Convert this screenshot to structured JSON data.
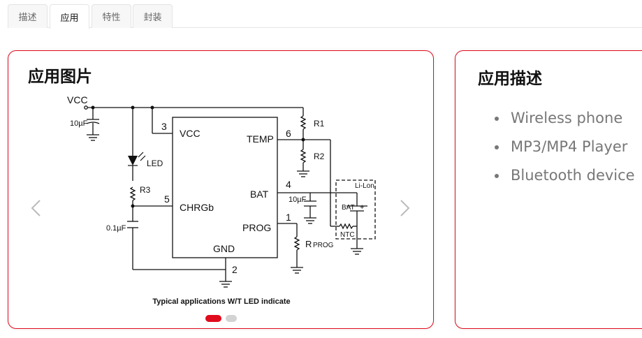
{
  "tabs": [
    {
      "label": "描述",
      "active": false
    },
    {
      "label": "应用",
      "active": true
    },
    {
      "label": "特性",
      "active": false
    },
    {
      "label": "封装",
      "active": false
    }
  ],
  "left_card": {
    "title": "应用图片",
    "caption": "Typical applications W/T LED indicate",
    "prev_icon": "chevron-left-icon",
    "next_icon": "chevron-right-icon",
    "carousel": {
      "total_slides": 2,
      "active_index": 0
    },
    "schematic": {
      "vcc_label": "VCC",
      "cap_vcc": "10µF",
      "led_label": "LED",
      "r3_label": "R3",
      "cap_chrg": "0.1µF",
      "r1_label": "R1",
      "r2_label": "R2",
      "cap_bat": "10µF",
      "rprog_label": "R",
      "rprog_sub": "PROG",
      "battery_pack": "Li-Lon",
      "battery_label": "BAT",
      "battery_plus": "+",
      "ntc_label": "NTC",
      "ic_pins": {
        "vcc": {
          "num": "3",
          "name": "VCC"
        },
        "chrgb": {
          "num": "5",
          "name": "CHRGb"
        },
        "gnd": {
          "num": "2",
          "name": "GND"
        },
        "temp": {
          "num": "6",
          "name": "TEMP"
        },
        "bat": {
          "num": "4",
          "name": "BAT"
        },
        "prog": {
          "num": "1",
          "name": "PROG"
        }
      }
    }
  },
  "right_card": {
    "title": "应用描述",
    "items": [
      "Wireless phone",
      "MP3/MP4 Player",
      "Bluetooth device"
    ]
  },
  "colors": {
    "accent": "#e00b1c",
    "dot_inactive": "#d3d3d3",
    "list_text": "#777777"
  }
}
